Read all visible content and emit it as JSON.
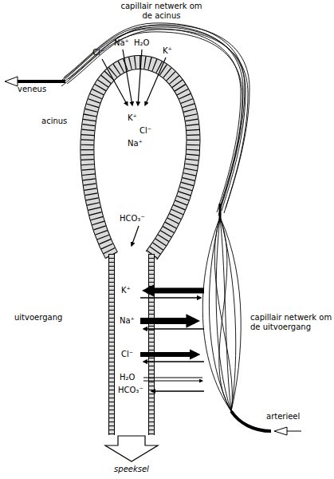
{
  "diagram": {
    "labels": [
      "capillair netwerk om de acinus",
      "Cl⁻",
      "Na⁺",
      "H₂O",
      "K⁺",
      "veneus",
      "acinus",
      "K⁺",
      "Cl⁻",
      "Na⁺",
      "HCO₃⁻",
      "K⁺",
      "Na⁺",
      "uitvoergang",
      "capillair netwerk om de uitvoergang",
      "Cl⁻",
      "H₂O",
      "HCO₃⁻",
      "arterieel",
      "speeksel"
    ]
  }
}
